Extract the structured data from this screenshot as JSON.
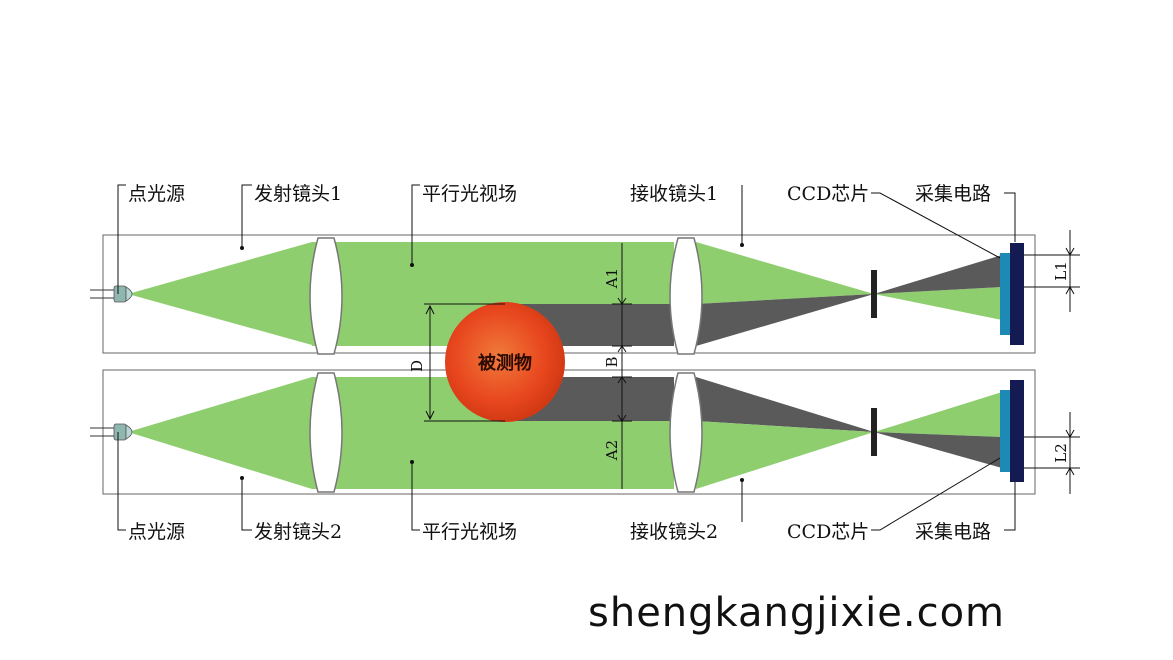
{
  "labels": {
    "point_source_1": "点光源",
    "emit_lens_1": "发射镜头1",
    "parallel_field_1": "平行光视场",
    "receive_lens_1": "接收镜头1",
    "ccd_chip_1": "CCD芯片",
    "capture_circuit_1": "采集电路",
    "point_source_2": "点光源",
    "emit_lens_2": "发射镜头2",
    "parallel_field_2": "平行光视场",
    "receive_lens_2": "接收镜头2",
    "ccd_chip_2": "CCD芯片",
    "capture_circuit_2": "采集电路"
  },
  "object_label": "被测物",
  "dimensions": {
    "a1": "A1",
    "b": "B",
    "a2": "A2",
    "d": "D",
    "l1": "L1",
    "l2": "L2"
  },
  "watermark": "shengkangjixie.com",
  "colors": {
    "beam": "#8fce6f",
    "shadow": "#5a5a5a",
    "object": "#e8461e",
    "ccd": "#1d8ab5",
    "circuit": "#141a52"
  }
}
